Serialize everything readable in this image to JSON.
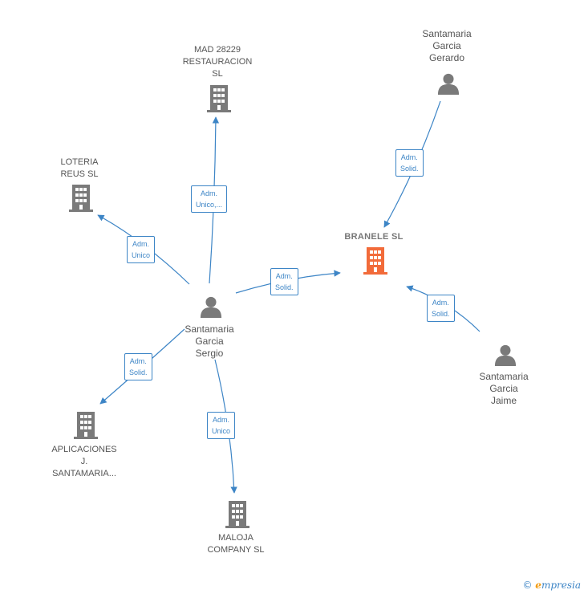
{
  "nodes": {
    "mad": {
      "lines": [
        "MAD 28229",
        "RESTAURACION",
        "SL"
      ],
      "kind": "company",
      "color": "#7a7a7a"
    },
    "loteria": {
      "lines": [
        "LOTERIA",
        "REUS  SL"
      ],
      "kind": "company",
      "color": "#7a7a7a"
    },
    "branele": {
      "lines": [
        "BRANELE  SL"
      ],
      "kind": "company-focus",
      "color": "#f26b3a"
    },
    "gerardo": {
      "lines": [
        "Santamaria",
        "Garcia",
        "Gerardo"
      ],
      "kind": "person",
      "color": "#7a7a7a"
    },
    "sergio": {
      "lines": [
        "Santamaria",
        "Garcia",
        "Sergio"
      ],
      "kind": "person",
      "color": "#7a7a7a"
    },
    "jaime": {
      "lines": [
        "Santamaria",
        "Garcia",
        "Jaime"
      ],
      "kind": "person",
      "color": "#7a7a7a"
    },
    "aplicaciones": {
      "lines": [
        "APLICACIONES",
        "J.",
        "SANTAMARIA..."
      ],
      "kind": "company",
      "color": "#7a7a7a"
    },
    "maloja": {
      "lines": [
        "MALOJA",
        "COMPANY  SL"
      ],
      "kind": "company",
      "color": "#7a7a7a"
    }
  },
  "edges": {
    "sergio_mad": {
      "lines": [
        "Adm.",
        "Unico,..."
      ]
    },
    "sergio_loteria": {
      "lines": [
        "Adm.",
        "Unico"
      ]
    },
    "sergio_branele": {
      "lines": [
        "Adm.",
        "Solid."
      ]
    },
    "gerardo_branele": {
      "lines": [
        "Adm.",
        "Solid."
      ]
    },
    "jaime_branele": {
      "lines": [
        "Adm.",
        "Solid."
      ]
    },
    "sergio_aplicaciones": {
      "lines": [
        "Adm.",
        "Solid."
      ]
    },
    "sergio_maloja": {
      "lines": [
        "Adm.",
        "Unico"
      ]
    }
  },
  "colors": {
    "edge": "#3d85c6",
    "icon": "#7a7a7a",
    "focus": "#f26b3a"
  },
  "brand": {
    "copyright": "©",
    "initial": "e",
    "rest": "mpresia"
  }
}
